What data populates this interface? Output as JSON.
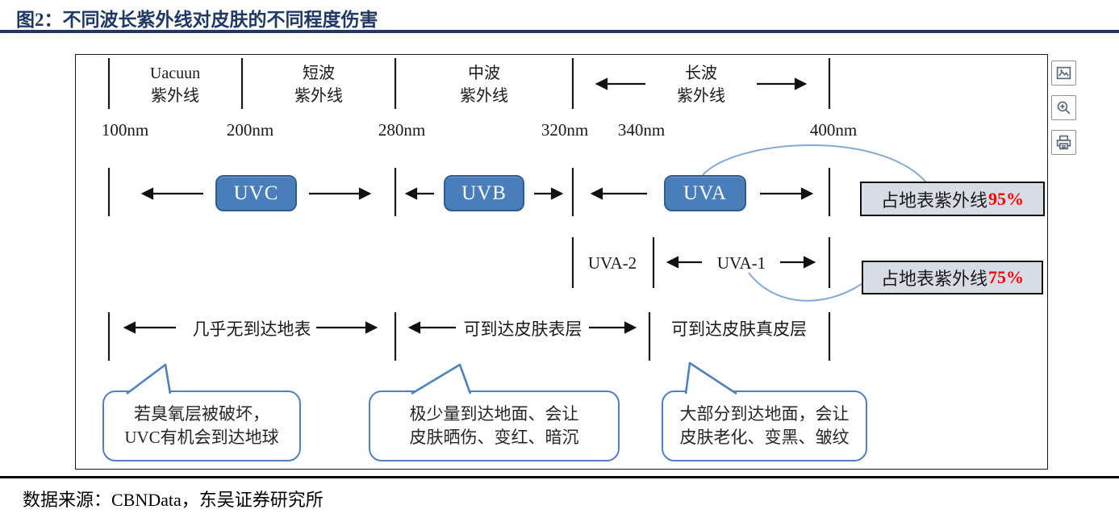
{
  "title": "图2：不同波长紫外线对皮肤的不同程度伤害",
  "source_line": "数据来源：CBNData，东吴证券研究所",
  "spectrum_bands": [
    {
      "line1": "Uacuun",
      "line2": "紫外线"
    },
    {
      "line1": "短波",
      "line2": "紫外线"
    },
    {
      "line1": "中波",
      "line2": "紫外线"
    },
    {
      "line1": "长波",
      "line2": "紫外线"
    }
  ],
  "wavelength_ticks": [
    "100nm",
    "200nm",
    "280nm",
    "320nm",
    "340nm",
    "400nm"
  ],
  "uv_bands": {
    "uvc": "UVC",
    "uvb": "UVB",
    "uva": "UVA"
  },
  "uva_subbands": {
    "uva2": "UVA-2",
    "uva1": "UVA-1"
  },
  "surface_share_labels": [
    {
      "text": "占地表紫外线",
      "pct": "95%"
    },
    {
      "text": "占地表紫外线",
      "pct": "75%"
    }
  ],
  "reach_labels": [
    "几乎无到达地表",
    "可到达皮肤表层",
    "可到达皮肤真皮层"
  ],
  "callouts": [
    {
      "line1": "若臭氧层被破坏，",
      "line2": "UVC有机会到达地球"
    },
    {
      "line1": "极少量到达地面、会让",
      "line2": "皮肤晒伤、变红、暗沉"
    },
    {
      "line1": "大部分到达地面，会让",
      "line2": "皮肤老化、变黑、皱纹"
    }
  ],
  "toolbar_icons": [
    "image-icon",
    "zoom-in-icon",
    "print-icon"
  ],
  "colors": {
    "title_navy": "#1F3864",
    "badge_fill": "#4A7EBB",
    "badge_border": "#2E5D8D",
    "callout_border": "#4F81BD",
    "share_box_bg": "#D7DCE5",
    "accent_red": "#FF0000",
    "connector_blue": "#85A9D6"
  }
}
